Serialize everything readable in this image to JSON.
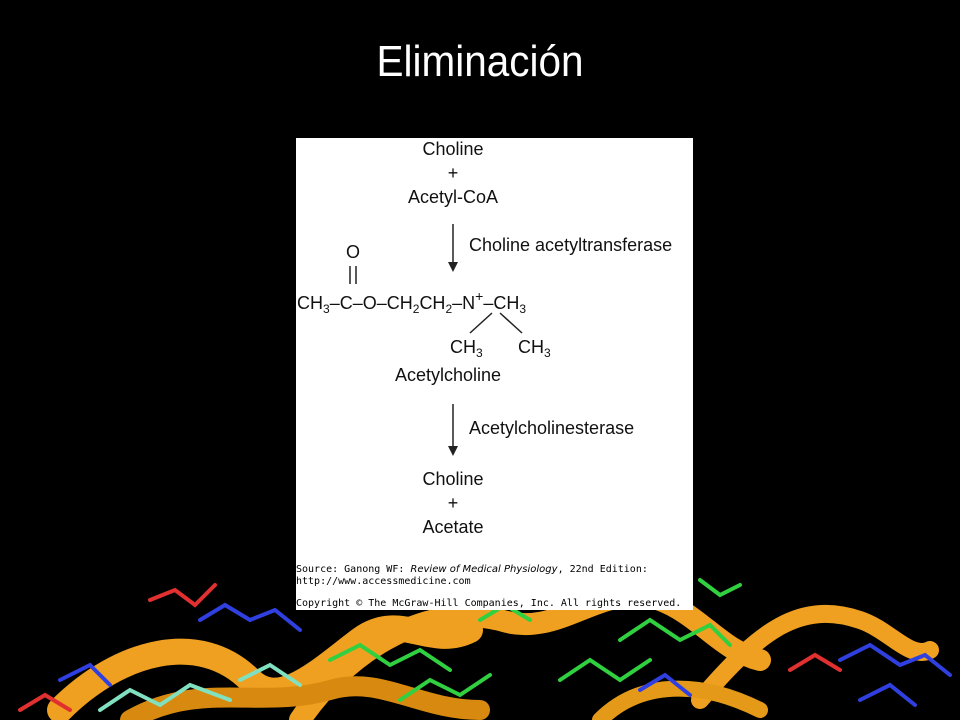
{
  "slide": {
    "title": "Eliminación"
  },
  "colors": {
    "background": "#000000",
    "ribbon": "#f0a020",
    "stick_green": "#30d040",
    "stick_blue": "#3040e0",
    "stick_red": "#e03030",
    "stick_cyan": "#80e0c0"
  },
  "diagram": {
    "step1": {
      "reactant_a": "Choline",
      "plus": "+",
      "reactant_b": "Acetyl-CoA"
    },
    "enzyme1": "Choline acetyltransferase",
    "structure": {
      "carbonyl_o": "O",
      "chain": {
        "ch": "CH",
        "three": "3",
        "c": "C",
        "o": "O",
        "ch2": "CH",
        "two": "2",
        "n": "N",
        "plus": "+"
      },
      "methyl_left": "CH",
      "methyl_right": "CH",
      "sub3": "3"
    },
    "product": "Acetylcholine",
    "enzyme2": "Acetylcholinesterase",
    "step2": {
      "product_a": "Choline",
      "plus": "+",
      "product_b": "Acetate"
    }
  },
  "source": {
    "prefix": "Source: Ganong WF: ",
    "book": "Review of Medical Physiology",
    "edition": ", 22nd Edition:",
    "url": "http://www.accessmedicine.com",
    "copyright": "Copyright © The McGraw-Hill Companies, Inc. All rights reserved."
  }
}
